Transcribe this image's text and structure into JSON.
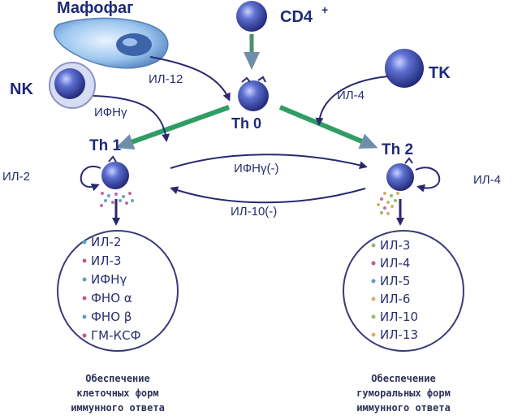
{
  "nodes": {
    "macrophage": "Мафофаг",
    "cd4": "CD4",
    "cd4_sup": "+",
    "nk": "NK",
    "tk": "TK",
    "th0": "Th 0",
    "th1": "Th 1",
    "th2": "Th 2"
  },
  "edges": {
    "il12": "ИЛ-12",
    "ifng_nk": "ИФНγ",
    "il4_tk": "ИЛ-4",
    "il2_loop": "ИЛ-2",
    "il4_loop": "ИЛ-4",
    "ifng_cross": "ИФНγ(-)",
    "il10_cross": "ИЛ-10(-)"
  },
  "th1_cytokines": [
    "ИЛ-2",
    "ИЛ-3",
    "ИФНγ",
    "ФНО α",
    "ФНО β",
    "ГМ-КСФ"
  ],
  "th2_cytokines": [
    "ИЛ-3",
    "ИЛ-4",
    "ИЛ-5",
    "ИЛ-6",
    "ИЛ-10",
    "ИЛ-13"
  ],
  "captions": {
    "th1": [
      "Обеспечение",
      "клеточных форм",
      "иммунного ответа"
    ],
    "th2": [
      "Обеспечение",
      "гуморальных форм",
      "иммунного ответа"
    ]
  },
  "colors": {
    "cell": "#3a4aa8",
    "arrow_dark": "#2a2870",
    "arrow_green": "#2f9e63",
    "arrow_steel": "#6f8fa8",
    "text": "#1e2a78"
  }
}
